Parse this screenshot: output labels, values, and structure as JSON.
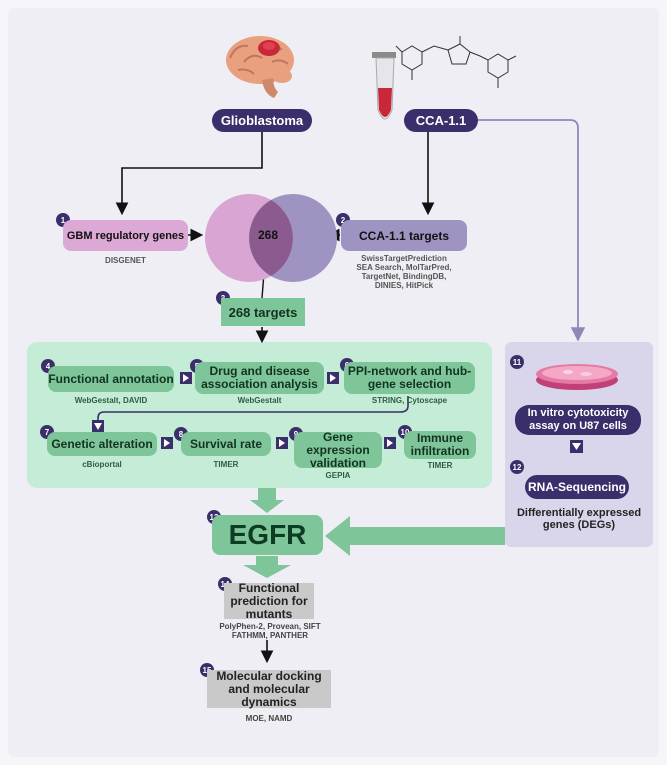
{
  "top": {
    "glioblastoma": "Glioblastoma",
    "cca": "CCA-1.1"
  },
  "step1": {
    "num": "1",
    "label": "GBM regulatory genes",
    "source": "DISGENET"
  },
  "step2": {
    "num": "2",
    "label": "CCA-1.1 targets",
    "source": "SwissTargetPrediction\nSEA Search, MolTarPred,\nTargetNet, BindingDB,\nDINIES, HitPick"
  },
  "venn": {
    "overlap": "268"
  },
  "step3": {
    "num": "3",
    "label": "268 targets"
  },
  "step4": {
    "num": "4",
    "label": "Functional annotation",
    "source": "WebGestalt, DAVID"
  },
  "step5": {
    "num": "5",
    "label": "Drug and disease association analysis",
    "source": "WebGestalt"
  },
  "step6": {
    "num": "6",
    "label": "PPI-network and hub-gene selection",
    "source": "STRING, Cytoscape"
  },
  "step7": {
    "num": "7",
    "label": "Genetic alteration",
    "source": "cBioportal"
  },
  "step8": {
    "num": "8",
    "label": "Survival rate",
    "source": "TIMER"
  },
  "step9": {
    "num": "9",
    "label": "Gene expression validation",
    "source": "GEPIA"
  },
  "step10": {
    "num": "10",
    "label": "Immune infiltration",
    "source": "TIMER"
  },
  "step11": {
    "num": "11",
    "label": "In vitro cytotoxicity assay on U87 cells"
  },
  "step12": {
    "num": "12",
    "label": "RNA-Sequencing",
    "result": "Differentially expressed genes (DEGs)"
  },
  "step13": {
    "num": "13",
    "label": "EGFR"
  },
  "step14": {
    "num": "14",
    "label": "Functional prediction for mutants",
    "source": "PolyPhen-2, Provean, SIFT\nFATHMM, PANTHER"
  },
  "step15": {
    "num": "15",
    "label": "Molecular docking and molecular dynamics",
    "source": "MOE, NAMD"
  },
  "colors": {
    "dark": "#3b2f6b",
    "green": "#7fc59a",
    "panelGreen": "#c4ecd6",
    "panelPurple": "#d9d5ea",
    "pink": "#d9a6d4",
    "lavender": "#9f93c1",
    "arrow": "#8f87b8"
  }
}
